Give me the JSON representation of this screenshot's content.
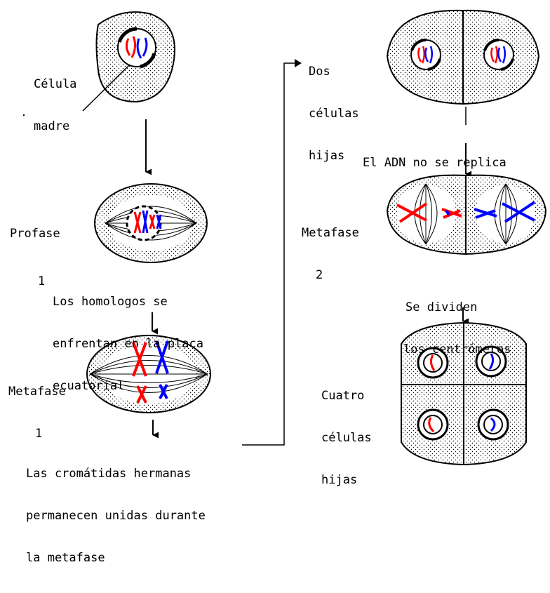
{
  "colors": {
    "ink": "#000000",
    "homolog_a": "#ff0000",
    "homolog_b": "#0000ff",
    "cell_fill": "#ffffff",
    "stipple": "#000000"
  },
  "labels": {
    "mother_cell": [
      "Célula",
      "madre"
    ],
    "prophase": [
      "Profase",
      "1"
    ],
    "homologs_note": [
      "Los homologos se",
      "enfrentan en la placa",
      "ecuatorial"
    ],
    "metaphase1": [
      "Metafase",
      "1"
    ],
    "chromatids_note": [
      "Las cromátidas hermanas",
      "permanecen unidas durante",
      "la metafase"
    ],
    "two_daughters": [
      "Dos",
      "células",
      "hijas"
    ],
    "dna_note": "El ADN no se replica",
    "metaphase2": [
      "Metafase",
      "2"
    ],
    "centromeres_note": [
      "Se dividen",
      "los centrómeros"
    ],
    "four_daughters": [
      "Cuatro",
      "células",
      "hijas"
    ]
  },
  "icons": [
    "arrow-down-icon",
    "flow-arrow-icon",
    "stipple-pattern"
  ]
}
